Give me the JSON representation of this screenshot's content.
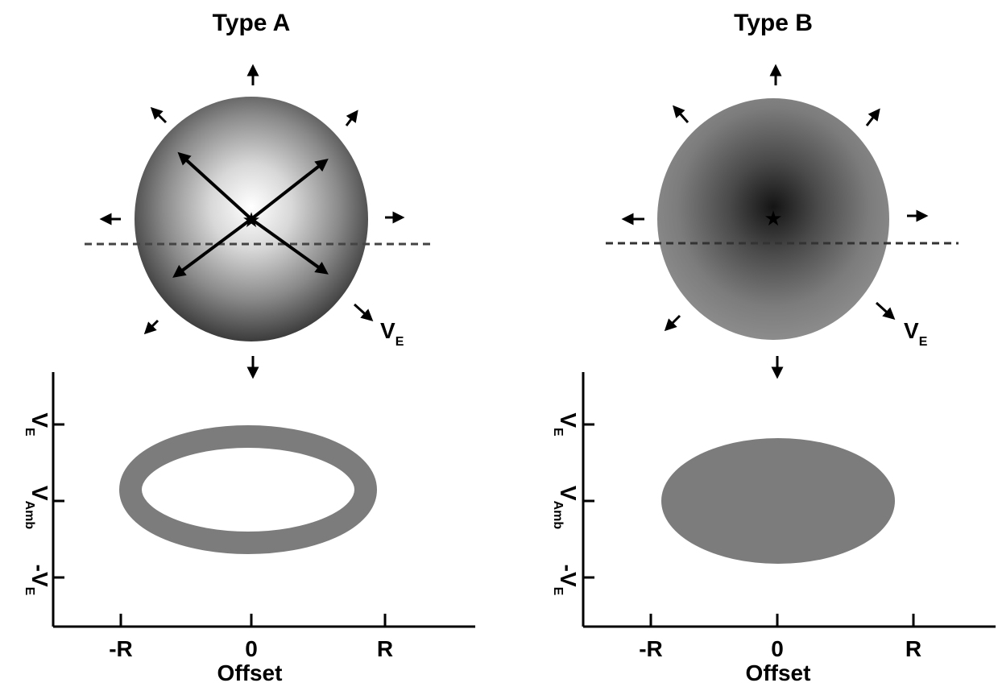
{
  "panels": [
    {
      "id": "type-a",
      "title": "Type A",
      "shell_label": {
        "main": "V",
        "sub": "E"
      },
      "y_axis_ticks": [
        {
          "main": "V",
          "sub": "E"
        },
        {
          "main": "V",
          "sub": "Amb"
        },
        {
          "main": "-V",
          "sub": "E"
        }
      ],
      "x_axis_ticks": [
        "-R",
        "0",
        "R"
      ],
      "x_axis_label": "Offset"
    },
    {
      "id": "type-b",
      "title": "Type B",
      "shell_label": {
        "main": "V",
        "sub": "E"
      },
      "y_axis_ticks": [
        {
          "main": "V",
          "sub": "E"
        },
        {
          "main": "V",
          "sub": "Amb"
        },
        {
          "main": "-V",
          "sub": "E"
        }
      ],
      "x_axis_ticks": [
        "-R",
        "0",
        "R"
      ],
      "x_axis_label": "Offset"
    }
  ]
}
